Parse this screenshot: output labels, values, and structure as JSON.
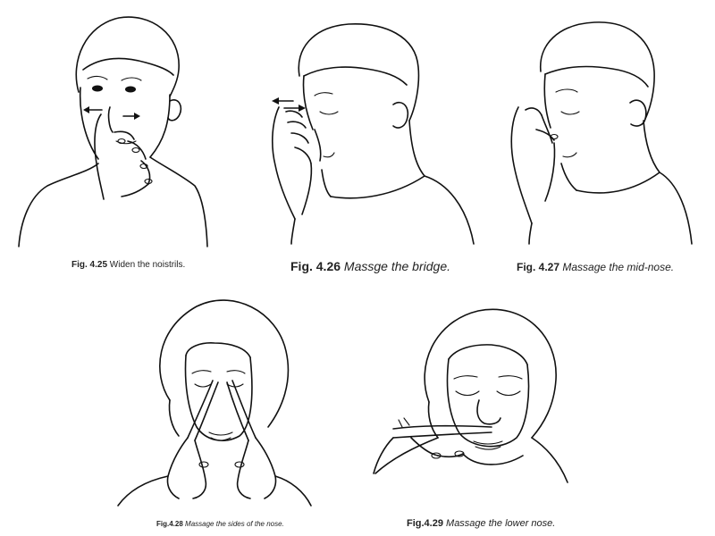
{
  "figures": [
    {
      "number": "Fig. 4.25",
      "caption": "Widen the noistrils."
    },
    {
      "number": "Fig. 4.26",
      "caption": "Massge the bridge."
    },
    {
      "number": "Fig. 4.27",
      "caption": "Massage the mid-nose."
    },
    {
      "number": "Fig.4.28",
      "caption": "Massage the sides of  the nose."
    },
    {
      "number": "Fig.4.29",
      "caption": "Massage the lower nose."
    }
  ]
}
